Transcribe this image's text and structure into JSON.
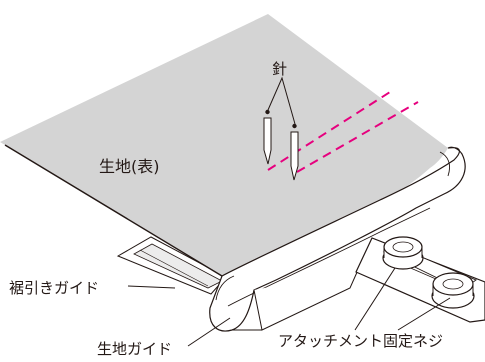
{
  "labels": {
    "needle": "針",
    "fabric_right_side": "生地(表)",
    "hem_guide": "裾引きガイド",
    "fabric_guide": "生地ガイド",
    "attachment_screw": "アタッチメント固定ネジ"
  },
  "colors": {
    "fabric": "#d4d4d4",
    "stitch": "#e6007e",
    "outline": "#231815",
    "metal": "#ffffff"
  }
}
